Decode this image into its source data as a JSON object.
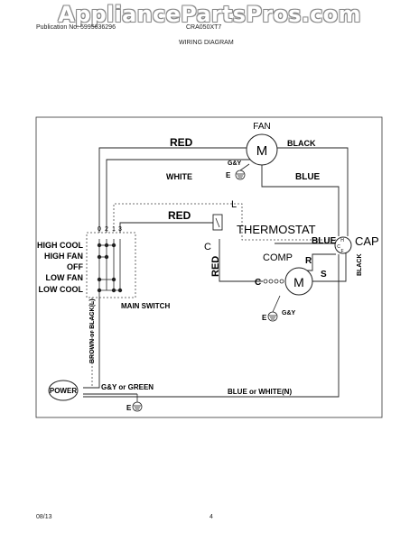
{
  "watermark": "AppliancePartsPros.com",
  "header": {
    "publication": "Publication No: 5995636296",
    "model": "CRA050XT7",
    "title": "WIRING DIAGRAM"
  },
  "footer": {
    "date": "08/13",
    "page": "4"
  },
  "diagram": {
    "fan_label": "FAN",
    "motor_symbol": "M",
    "wires": {
      "red_top": "RED",
      "black_top": "BLACK",
      "white": "WHITE",
      "blue_top": "BLUE",
      "red_thermostat": "RED",
      "red_vertical": "RED",
      "blue_cap": "BLUE",
      "black_vertical": "BLACK",
      "brown_black": "BROWN or BLACK(L)",
      "gy_green": "G&Y or GREEN",
      "blue_white": "BLUE or WHITE(N)"
    },
    "ground": {
      "fan_gy": "G&Y",
      "fan_e": "E",
      "comp_gy": "G&Y",
      "comp_e": "E",
      "power_e": "E"
    },
    "thermostat": {
      "label": "THERMOSTAT",
      "terminal_l": "L",
      "terminal_c": "C"
    },
    "capacitor": {
      "label": "CAP",
      "terminal_h": "H",
      "terminal_c": "C",
      "terminal_f": "F"
    },
    "compressor": {
      "label": "COMP",
      "terminal_c": "C",
      "terminal_r": "R",
      "terminal_s": "S"
    },
    "main_switch": {
      "label": "MAIN SWITCH",
      "columns": [
        "0",
        "2",
        "1",
        "3"
      ],
      "modes": [
        "HIGH COOL",
        "HIGH FAN",
        "OFF",
        "LOW FAN",
        "LOW COOL"
      ]
    },
    "power_label": "POWER"
  }
}
